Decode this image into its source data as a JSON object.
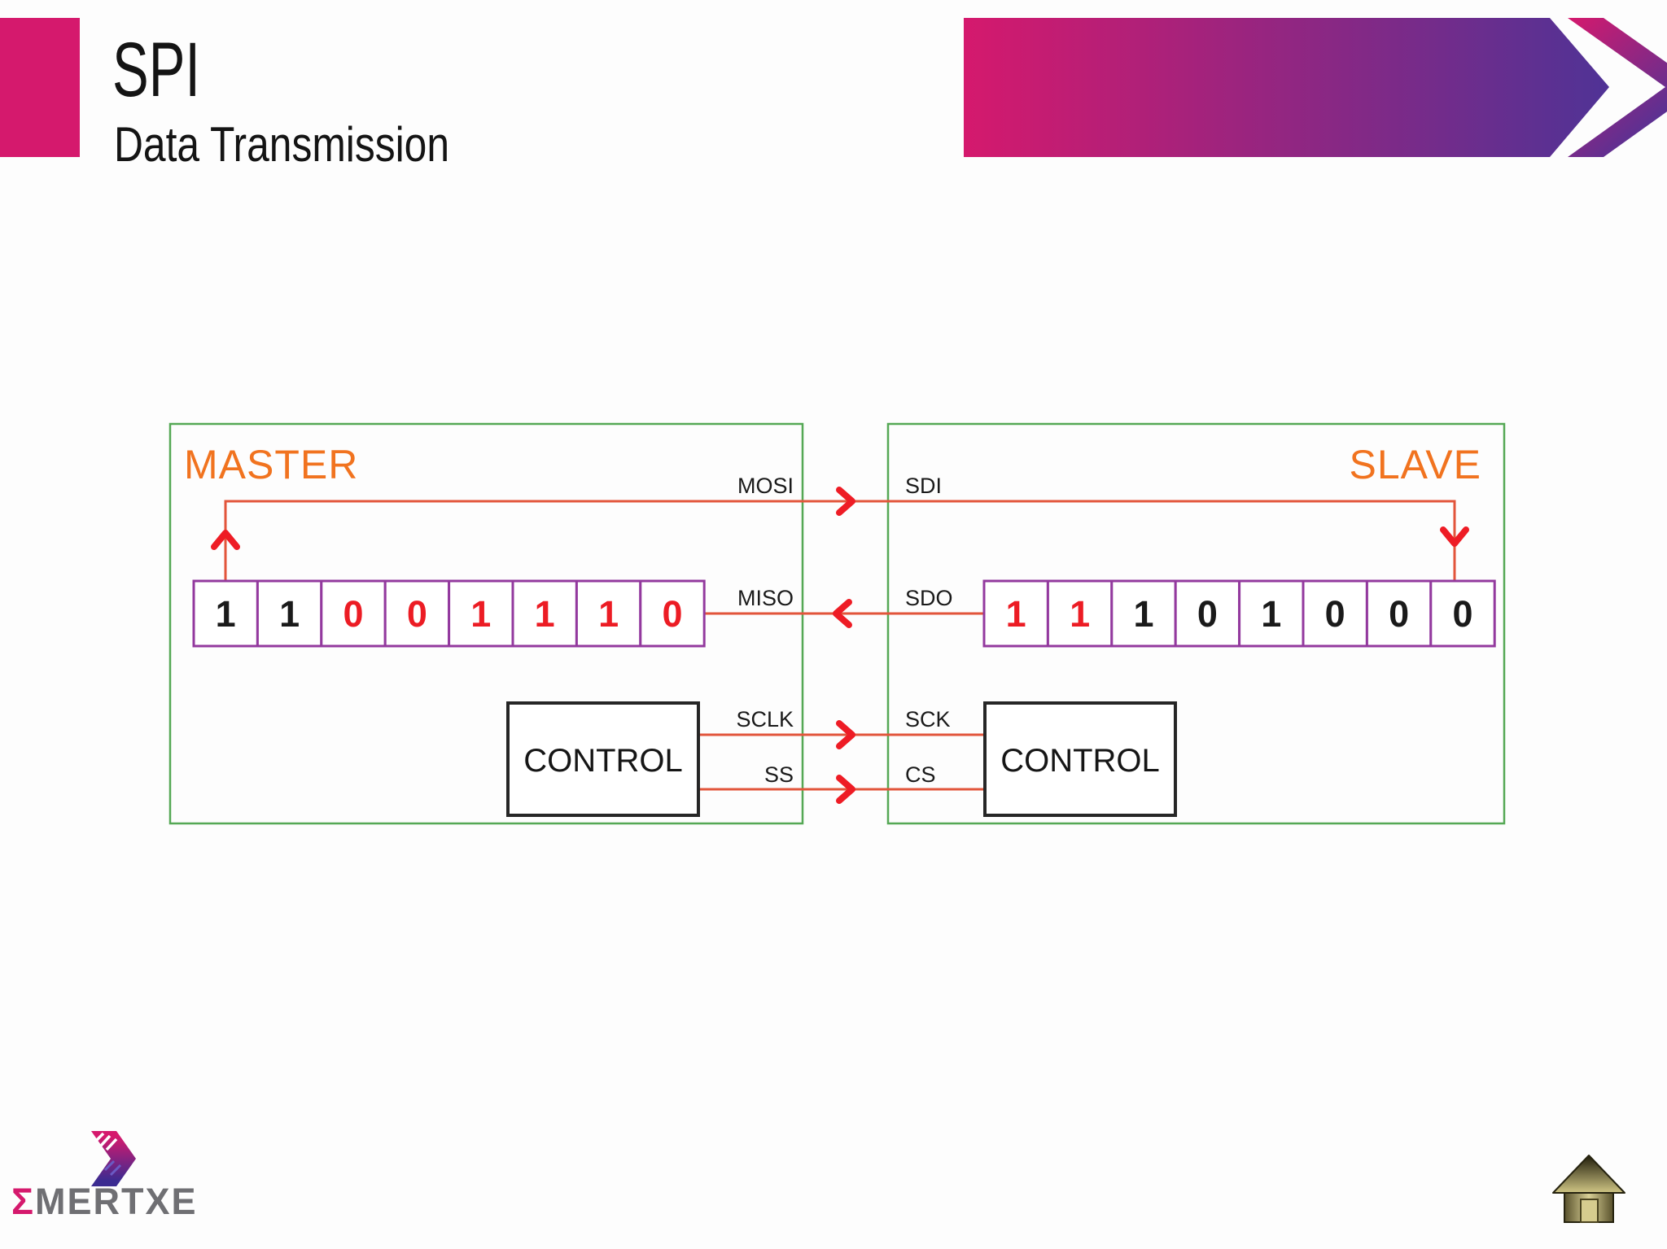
{
  "header": {
    "title": "SPI",
    "subtitle": "Data Transmission"
  },
  "diagram": {
    "master": {
      "label": "MASTER",
      "control_label": "CONTROL",
      "bits": [
        "1",
        "1",
        "0",
        "0",
        "1",
        "1",
        "1",
        "0"
      ],
      "bit_colors": [
        "#1A1A1A",
        "#1A1A1A",
        "#EC1C24",
        "#EC1C24",
        "#EC1C24",
        "#EC1C24",
        "#EC1C24",
        "#EC1C24"
      ]
    },
    "slave": {
      "label": "SLAVE",
      "control_label": "CONTROL",
      "bits": [
        "1",
        "1",
        "1",
        "0",
        "1",
        "0",
        "0",
        "0"
      ],
      "bit_colors": [
        "#EC1C24",
        "#EC1C24",
        "#1A1A1A",
        "#1A1A1A",
        "#1A1A1A",
        "#1A1A1A",
        "#1A1A1A",
        "#1A1A1A"
      ]
    },
    "signals": [
      {
        "from": "MOSI",
        "to": "SDI",
        "direction": "master-to-slave"
      },
      {
        "from": "MISO",
        "to": "SDO",
        "direction": "slave-to-master"
      },
      {
        "from": "SCLK",
        "to": "SCK",
        "direction": "master-to-slave"
      },
      {
        "from": "SS",
        "to": "CS",
        "direction": "master-to-slave"
      }
    ]
  },
  "footer": {
    "logo_sigma": "Σ",
    "logo_name": "MERTXE"
  },
  "icons": {
    "header_banner": "chevron-right-banner",
    "logo": "emertxe-chevron-icon",
    "home": "home-icon"
  },
  "colors": {
    "brand_pink": "#D5196D",
    "brand_purple": "#4E3396",
    "logo_indigo": "#3B2B91",
    "accent_orange": "#F1731F",
    "box_green": "#55A855",
    "register_purple": "#93399E",
    "wire_red": "#E2553B",
    "arrow_red": "#EE1C25",
    "bit_black": "#1A1A1A",
    "bit_red": "#EC1C24",
    "label_black": "#1A1A1A",
    "logo_gray": "#6F6F73",
    "home_gold": "#D9D096"
  }
}
